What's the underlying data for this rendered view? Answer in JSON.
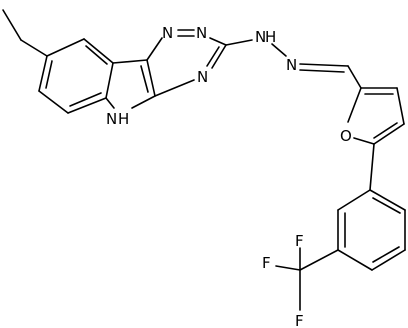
{
  "structure": {
    "atom_labels": {
      "n_triazine_1": "N",
      "n_triazine_2": "N",
      "n_triazine_3": "N",
      "nh_indole": "N",
      "h_indole": "H",
      "nh_hydrazone": "N",
      "h_hydrazone": "H",
      "n_hydrazone": "N",
      "o_furan": "O",
      "f_1": "F",
      "f_2": "F",
      "f_3": "F"
    }
  }
}
